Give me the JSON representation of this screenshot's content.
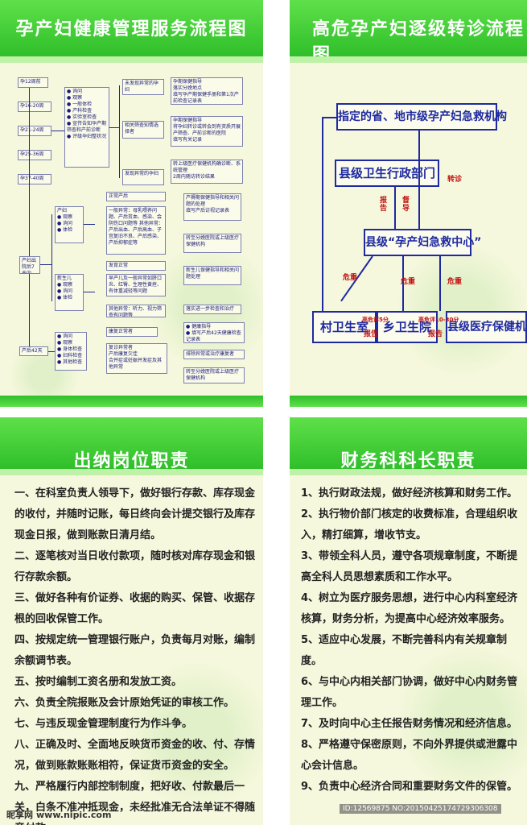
{
  "panels": {
    "p1_title": "孕产妇健康管理服务流程图",
    "p2_title": "高危孕产妇逐级转诊流程图",
    "p3_title": "出纳岗位职责",
    "p4_title": "财务科科长职责"
  },
  "flow1": {
    "weeks": [
      "孕12周前",
      "孕16-20周",
      "孕21-24周",
      "孕25-36周",
      "孕37-40周"
    ],
    "checks": "● 询问\n● 观察\n● 一般体检\n● 产科检查\n● 实验室检查\n● 宣传告知孕产期筛查和产前诊断\n● 评级孕妇整状况",
    "r1": "未发现异常的孕妇",
    "r1a": "孕期保健指导\n落实分娩地点\n填写孕产期保健手册和第1次产前检查记录表",
    "r2": "相关筛查知情选择者",
    "r2a": "孕期保健指导\n将孕妇转诊或转会到有资质开展产筛查、产前诊断的医院\n填写有关记录",
    "r3": "发现异常的孕妇",
    "r3a": "转上级医疗保健机构确诊断、系统管理\n2周内随访转诊结果",
    "birth": "产妇出院后7天内",
    "mom": "产妇\n● 观察\n● 询问\n● 体检",
    "m1": "正常产后",
    "m2": "一般异常：母乳喂养问题、产后贫血、感染、会阴伤口问题等\n其他异常：产后出血、产后高血、子宫复旧不良、产后感染、产后抑郁症等",
    "m2a": "产褥期保健指导和相关问题的处理\n填写产后访视记录表",
    "m3a": "转至分娩医院或上级医疗保健机构",
    "baby": "新生儿\n● 观察\n● 询问\n● 体检",
    "b1": "发育正常",
    "b2": "早产儿及一般异常如脐口炎、红臀、生理性黄疸、有体重减轻等问题",
    "b2a": "新生儿保健指导和相关问题处理",
    "b3": "其他异常：听力、视力筛查有问题等",
    "b3a": "落实进一步检查和治疗",
    "d42": "产后42天",
    "d42c": "● 询问\n● 观察\n● 身体检查\n● 妇科检查\n● 其他检查",
    "e1": "康复正常者",
    "e1a": "● 健康指导\n● 填写产后42天健康检查记录表\n● 结案",
    "e2": "复诊异常者\n产后康复欠佳\n合并症或妊娠并发症及其他异常",
    "e2a": "排除异常或治疗康复者",
    "e3a": "转至分娩医院或上级医疗保健机构"
  },
  "flow2": {
    "top": "指定的省、地市级孕产妇急救机构",
    "admin": "县级卫生行政部门",
    "center": "县级“孕产妇急救中心”",
    "village": "村卫生室",
    "town": "乡卫生院",
    "county": "县级医疗保健机构",
    "lbl_report": "报\n告",
    "lbl_supervise": "督\n导",
    "lbl_transfer": "转诊",
    "lbl_critical1": "危重",
    "lbl_critical2": "危重",
    "lbl_critical3": "危重",
    "lbl_hr1": "高危评5分",
    "lbl_hr2": "高危评10-30分",
    "lbl_rep1": "报告",
    "lbl_rep2": "报告"
  },
  "duties_cashier": [
    "一、在科室负责人领导下，做好银行存款、库存现金的收付，并随时记账，每日终向会计提交银行及库存现金日报，做到账款日清月结。",
    "二、逐笔核对当日收付款项，随时核对库存现金和银行存款余额。",
    "三、做好各种有价证券、收据的购买、保管、收据存根的回收保管工作。",
    "四、按规定统一管理银行账户，负责每月对账，编制余额调节表。",
    "五、按时编制工资名册和发放工资。",
    "六、负责全院报账及会计原始凭证的审核工作。",
    "七、与违反现金管理制度行为作斗争。",
    "八、正确及时、全面地反映货币资金的收、付、存情况，做到账款账账相符，保证货币资金的安全。",
    "九、严格履行内部控制制度，把好收、付款最后一关，白条不准冲抵现金，未经批准无合法单证不得随意付款。"
  ],
  "duties_chief": [
    "1、执行财政法规，做好经济核算和财务工作。",
    "2、执行物价部门核定的收费标准，合理组织收入，精打细算，增收节支。",
    "3、带领全科人员，遵守各项规章制度，不断提高全科人员思想素质和工作水平。",
    "4、树立为医疗服务思想，进行中心内科室经济核算，财务分析，为提高中心经济效率服务。",
    "5、适应中心发展，不断完善科内有关规章制度。",
    "6、与中心内相关部门协调，做好中心内财务管理工作。",
    "7、及时向中心主任报告财务情况和经济信息。",
    "8、严格遵守保密原则，不向外界提供或泄露中心会计信息。",
    "9、负责中心经济合同和重要财务文件的保管。"
  ],
  "watermark": "ID:12569875 NO:20150425174729306308",
  "logo": "昵享网",
  "logo_url": "www.nipic.com"
}
